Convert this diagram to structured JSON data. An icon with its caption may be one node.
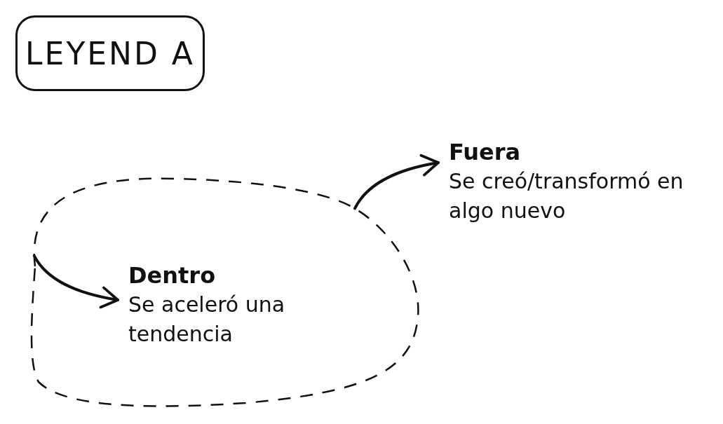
{
  "diagram": {
    "nodes": [
      {
        "text": [
          "LEYEND A"
        ]
      },
      {
        "text": [],
        "shape": "circle"
      },
      {
        "text": [
          "Dentro",
          "Se aceleró una tendencia"
        ],
        "in": 1
      },
      {
        "text": [
          "Fuera",
          "Se creó/transformó en algo nuevo"
        ]
      }
    ],
    "edges": [
      {
        "from": 1,
        "to": 2,
        "arrow": "to"
      },
      {
        "from": 1,
        "to": 3,
        "arrow": "to"
      }
    ]
  }
}
